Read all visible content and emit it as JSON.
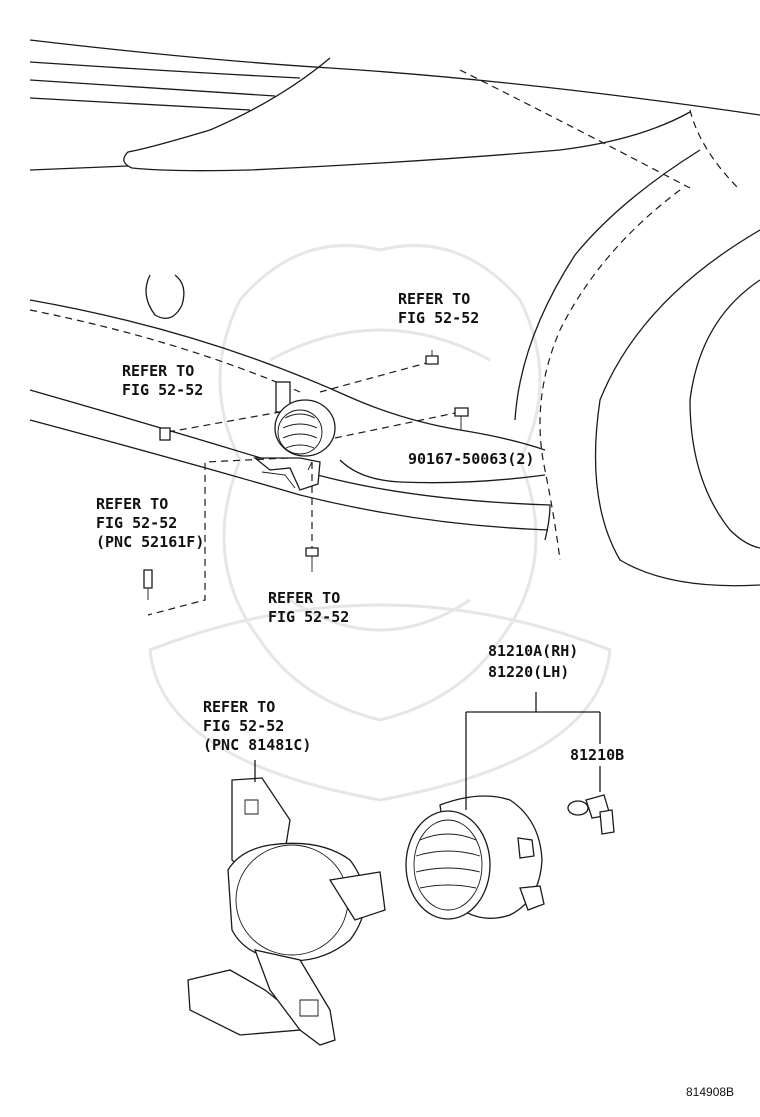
{
  "diagram": {
    "drawing_number": "814908B",
    "labels": {
      "refer_top": [
        "REFER TO",
        "FIG 52-52"
      ],
      "refer_left": [
        "REFER TO",
        "FIG 52-52"
      ],
      "refer_pnc_52161": [
        "REFER TO",
        "FIG 52-52",
        "(PNC 52161F)"
      ],
      "refer_bottom": [
        "REFER TO",
        "FIG 52-52"
      ],
      "refer_pnc_81481": [
        "REFER TO",
        "FIG 52-52",
        "(PNC 81481C)"
      ],
      "bolt_part": "90167-50063(2)",
      "fog_lamp_rh": "81210A(RH)",
      "fog_lamp_lh": "81220(LH)",
      "bulb_part": "81210B"
    }
  }
}
